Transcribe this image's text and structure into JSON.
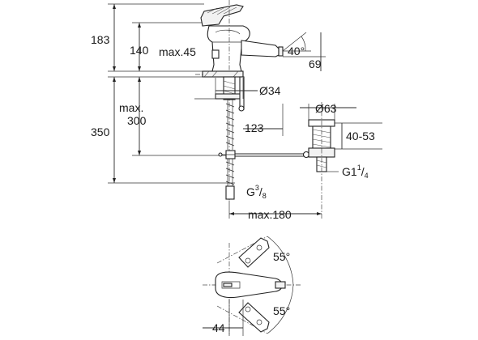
{
  "dimensions": {
    "total_height": "183",
    "spout_height": "140",
    "reach_max": "max.45",
    "angle_spout": "40°",
    "spout_outlet": "69",
    "hole_diameter": "Ø34",
    "max_label": "max.",
    "max_value": "300",
    "base_height": "350",
    "rod_length": "123",
    "waste_diameter": "Ø63",
    "waste_range": "40-53",
    "waste_thread_prefix": "G1",
    "waste_thread_num": "1",
    "waste_thread_den": "4",
    "inlet_thread_prefix": "G",
    "inlet_thread_num": "3",
    "inlet_thread_den": "8",
    "max_180": "max.180",
    "rotation_upper": "55°",
    "rotation_lower": "55°",
    "offset_44": "44"
  }
}
